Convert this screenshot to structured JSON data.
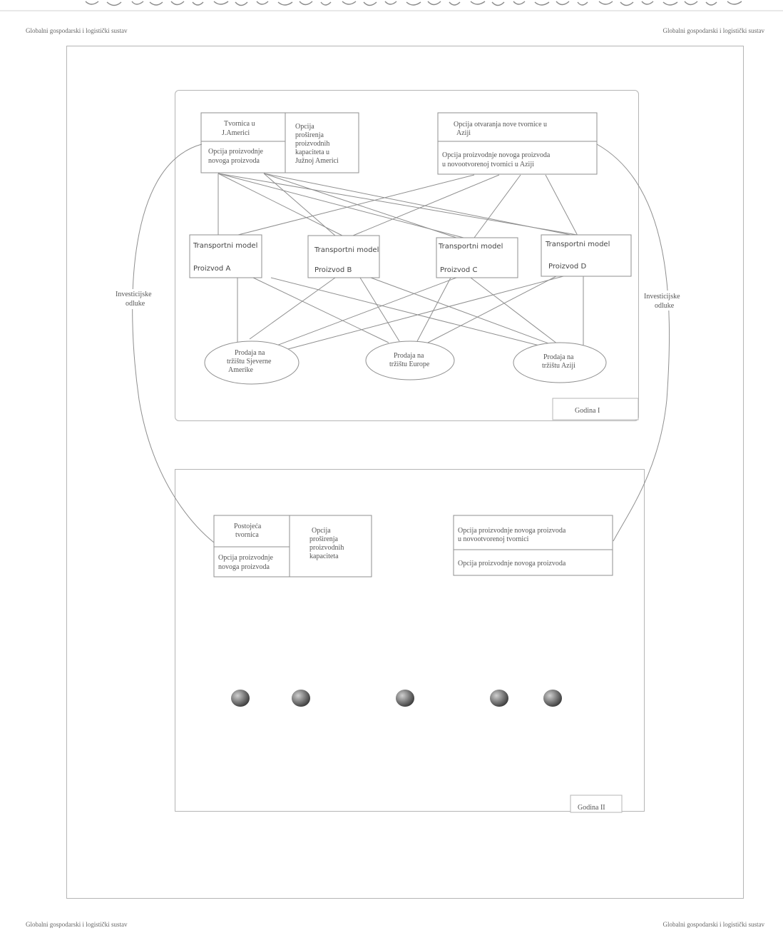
{
  "page": {
    "header_left": "Globalni gospodarski i logistički sustav",
    "header_right": "Globalni gospodarski i logistički sustav",
    "footer_left": "Globalni gospodarski i logistički sustav",
    "footer_right": "Globalni gospodarski i logistički sustav"
  },
  "year1": {
    "label": "Godina I",
    "factory_sa": {
      "name": [
        "Tvornica u",
        "J.Americi"
      ],
      "option": [
        "Opcija proizvodnje",
        "novoga proizvoda"
      ]
    },
    "expansion_sa": [
      "Opcija",
      "proširenja",
      "proizvodnih",
      "kapaciteta u",
      "Južnoj Americi"
    ],
    "asia": {
      "top": [
        "Opcija otvaranja nove tvornice u",
        "Aziji"
      ],
      "bottom": [
        "Opcija proizvodnje novoga proizvoda",
        "u novootvorenoj tvornici u Aziji"
      ]
    },
    "transport": [
      {
        "title": "Transportni model",
        "product": "Proizvod A"
      },
      {
        "title": "Transportni model",
        "product": "Proizvod B"
      },
      {
        "title": "Transportni model",
        "product": "Proizvod C"
      },
      {
        "title": "Transportni model",
        "product": "Proizvod D"
      }
    ],
    "markets": [
      [
        "Prodaja na",
        "tržištu Sjeverne",
        "Amerike"
      ],
      [
        "Prodaja na",
        "tržištu Europe"
      ],
      [
        "Prodaja na",
        "tržištu Aziji"
      ]
    ]
  },
  "investment_left": [
    "Investicijske",
    "odluke"
  ],
  "investment_right": [
    "Investicijske",
    "odluke"
  ],
  "year2": {
    "label": "Godina II",
    "existing": {
      "name": [
        "Postojeća",
        "tvornica"
      ],
      "option": [
        "Opcija proizvodnje",
        "novoga proizvoda"
      ]
    },
    "expansion": [
      "Opcija",
      "proširenja",
      "proizvodnih",
      "kapaciteta"
    ],
    "right_box": {
      "top": [
        "Opcija proizvodnje novoga proizvoda",
        "u novootvorenoj tvornici"
      ],
      "bottom": "Opcija proizvodnje novoga proizvoda"
    },
    "node_count": 5
  },
  "colors": {
    "line": "#8f8f8f",
    "frame": "#b5b5b5",
    "text": "#555555",
    "node_dark": "#3f3f3f",
    "node_light": "#c9c9c9"
  }
}
